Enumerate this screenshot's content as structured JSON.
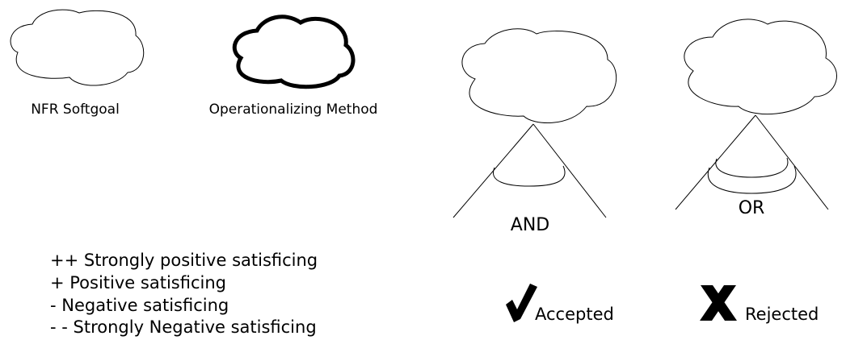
{
  "legend": {
    "nfr_softgoal": {
      "label": "NFR Softgoal"
    },
    "operationalizing_method": {
      "label": "Operationalizing Method"
    },
    "and_decomposition": {
      "label": "AND"
    },
    "or_decomposition": {
      "label": "OR"
    },
    "contributions": [
      {
        "label": "++ Strongly positive satisficing"
      },
      {
        "label": "+ Positive satisficing"
      },
      {
        "label": "- Negative satisficing"
      },
      {
        "label": "- - Strongly Negative satisficing"
      }
    ],
    "accepted": {
      "label": "Accepted",
      "icon": "check-icon"
    },
    "rejected": {
      "label": "Rejected",
      "icon": "x-icon"
    }
  }
}
